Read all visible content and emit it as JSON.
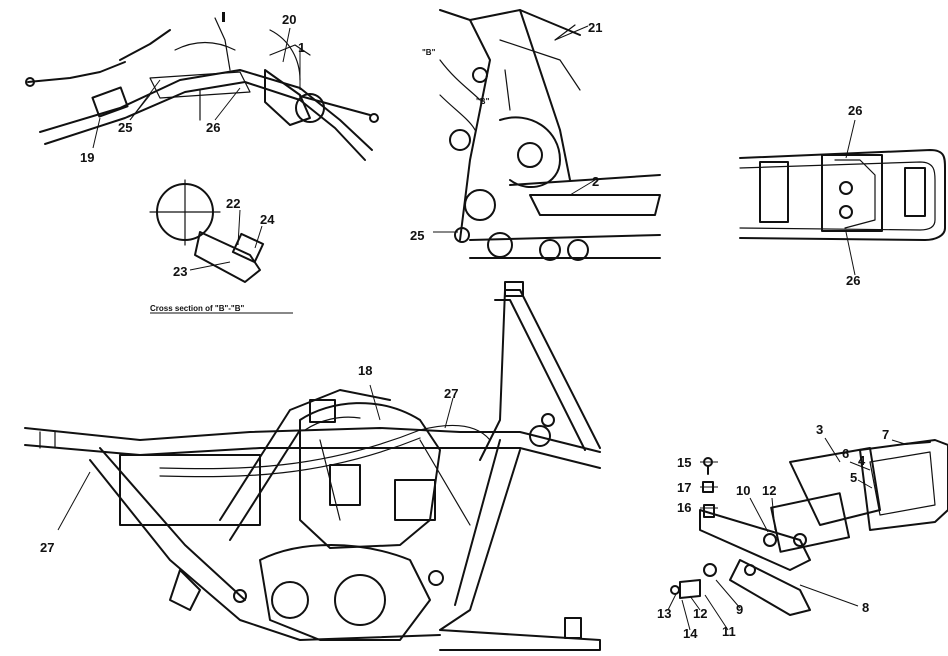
{
  "labels": {
    "l1": "1",
    "l2": "2",
    "l3": "3",
    "l4": "4",
    "l5": "5",
    "l6": "6",
    "l7": "7",
    "l8": "8",
    "l9": "9",
    "l10": "10",
    "l11": "11",
    "l12a": "12",
    "l12b": "12",
    "l13": "13",
    "l14": "14",
    "l15": "15",
    "l16": "16",
    "l17": "17",
    "l18": "18",
    "l19": "19",
    "l20": "20",
    "l21": "21",
    "l22": "22",
    "l23": "23",
    "l24": "24",
    "l25a": "25",
    "l25b": "25",
    "l26a": "26",
    "l26b": "26",
    "l26c": "26",
    "l27a": "27",
    "l27b": "27",
    "callout_b1": "\"B\"",
    "callout_b2": "\"B\""
  },
  "caption": "Cross section of \"B\"-\"B\""
}
